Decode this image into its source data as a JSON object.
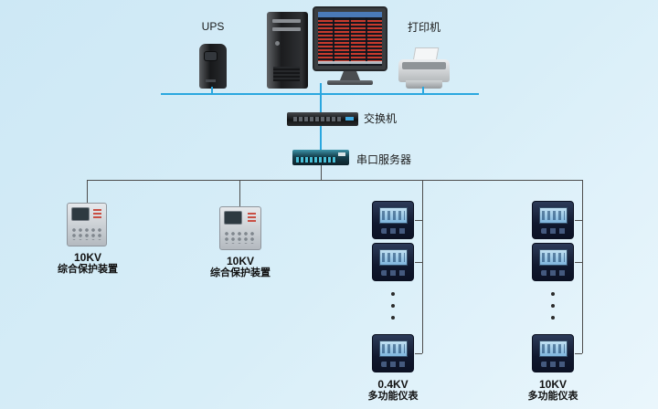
{
  "colors": {
    "background_top": "#cde8f5",
    "background_bottom": "#eaf6fc",
    "bus_line": "#2aa7df",
    "branch_line": "#4d4d4d"
  },
  "top_row": {
    "ups_label": "UPS",
    "printer_label": "打印机"
  },
  "network": {
    "switch_label": "交换机",
    "serial_server_label": "串口服务器"
  },
  "branches": [
    {
      "id": "protection-1",
      "voltage": "10KV",
      "device": "综合保护装置"
    },
    {
      "id": "protection-2",
      "voltage": "10KV",
      "device": "综合保护装置"
    },
    {
      "id": "meter-column-1",
      "voltage": "0.4KV",
      "device": "多功能仪表"
    },
    {
      "id": "meter-column-2",
      "voltage": "10KV",
      "device": "多功能仪表"
    }
  ]
}
